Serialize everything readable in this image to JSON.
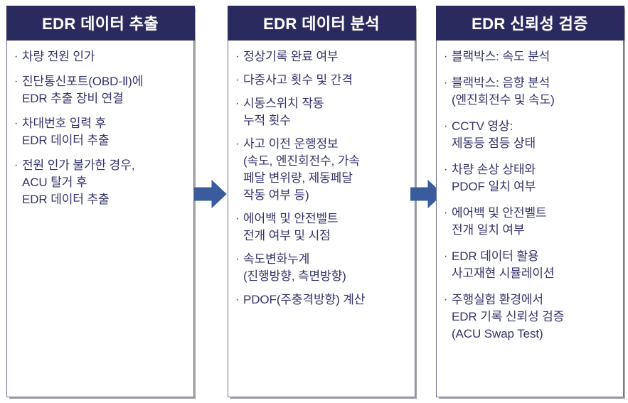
{
  "diagram": {
    "type": "process-flow",
    "direction": "left-to-right",
    "accent_color": "#2a2a5e",
    "arrow_color": "#3a5c9c",
    "border_color": "#6f6fa0",
    "text_color": "#33336a",
    "bullet_glyph": "·",
    "columns": [
      {
        "id": "edr-data-extraction",
        "title": "EDR 데이터 추출",
        "items": [
          {
            "lines": [
              "차량 전원 인가"
            ]
          },
          {
            "lines": [
              "진단통신포트(OBD-Ⅱ)에",
              "EDR 추출 장비 연결"
            ]
          },
          {
            "lines": [
              "차대번호 입력 후",
              "EDR 데이터 추출"
            ]
          },
          {
            "lines": [
              "전원 인가 불가한 경우,",
              "ACU 탈거 후",
              "EDR 데이터 추출"
            ]
          }
        ]
      },
      {
        "id": "edr-data-analysis",
        "title": "EDR 데이터 분석",
        "items": [
          {
            "lines": [
              "정상기록 완료 여부"
            ]
          },
          {
            "lines": [
              "다중사고 횟수 및 간격"
            ]
          },
          {
            "lines": [
              "시동스위치 작동",
              "누적 횟수"
            ]
          },
          {
            "lines": [
              "사고 이전 운행정보",
              "(속도, 엔진회전수, 가속",
              "페달 변위량, 제동페달",
              "작동 여부 등)"
            ]
          },
          {
            "lines": [
              "에어백 및 안전벨트",
              "전개 여부 및 시점"
            ]
          },
          {
            "lines": [
              "속도변화누계",
              "(진행방향, 측면방향)"
            ]
          },
          {
            "lines": [
              "PDOF(주충격방향) 계산"
            ]
          }
        ]
      },
      {
        "id": "edr-reliability-verification",
        "title": "EDR 신뢰성 검증",
        "items": [
          {
            "lines": [
              "블랙박스: 속도 분석"
            ]
          },
          {
            "lines": [
              "블랙박스: 음향 분석",
              "(엔진회전수 및 속도)"
            ]
          },
          {
            "lines": [
              "CCTV 영상:",
              "제동등 점등 상태"
            ]
          },
          {
            "lines": [
              "차량 손상 상태와",
              "PDOF 일치 여부"
            ]
          },
          {
            "lines": [
              "에어백 및 안전벨트",
              "전개 일치 여부"
            ]
          },
          {
            "lines": [
              "EDR 데이터 활용",
              "사고재현 시뮬레이션"
            ]
          },
          {
            "lines": [
              "주행실험 환경에서",
              "EDR 기록 신뢰성 검증",
              "(ACU Swap Test)"
            ]
          }
        ]
      }
    ],
    "arrows": [
      {
        "id": "arrow-extraction-to-analysis",
        "label": "→"
      },
      {
        "id": "arrow-analysis-to-verification",
        "label": "→"
      }
    ]
  }
}
